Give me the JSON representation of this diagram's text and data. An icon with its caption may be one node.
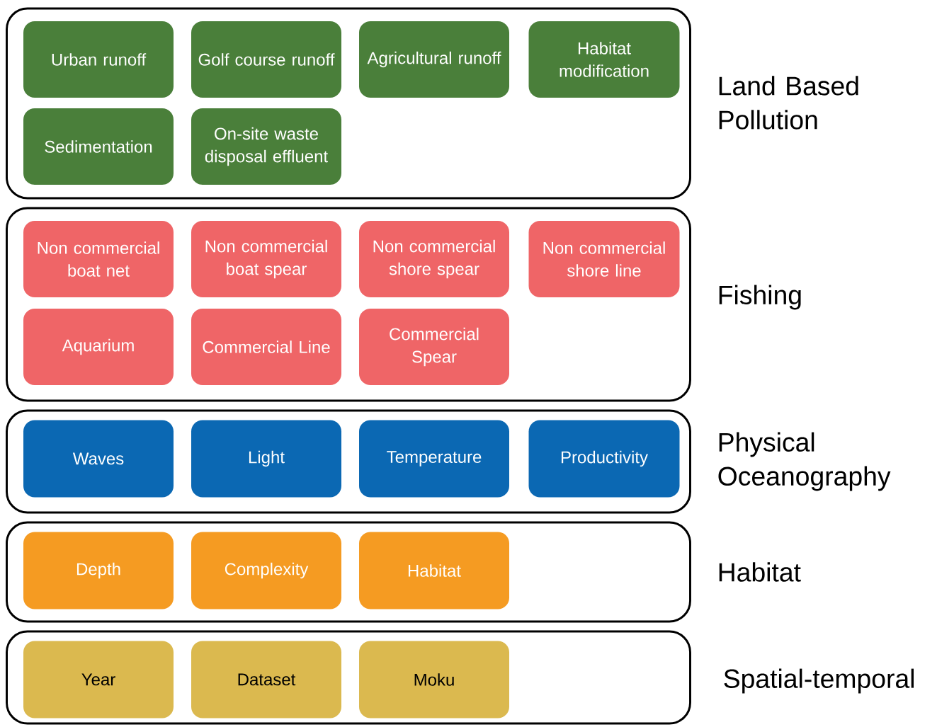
{
  "diagram": {
    "nodes": [
      {
        "text": [
          "Land Based Pollution"
        ]
      },
      {
        "text": [
          "Urban runoff"
        ],
        "in": 0
      },
      {
        "text": [
          "Golf course runoff"
        ],
        "in": 0
      },
      {
        "text": [
          "Agricultural runoff"
        ],
        "in": 0
      },
      {
        "text": [
          "Habitat modification"
        ],
        "in": 0
      },
      {
        "text": [
          "Sedimentation"
        ],
        "in": 0
      },
      {
        "text": [
          "On-site waste disposal effluent"
        ],
        "in": 0
      },
      {
        "text": [
          "Fishing"
        ]
      },
      {
        "text": [
          "Non commercial boat net"
        ],
        "in": 7
      },
      {
        "text": [
          "Non commercial boat spear"
        ],
        "in": 7
      },
      {
        "text": [
          "Non commercial shore spear"
        ],
        "in": 7
      },
      {
        "text": [
          "Non commercial shore line"
        ],
        "in": 7
      },
      {
        "text": [
          "Aquarium"
        ],
        "in": 7
      },
      {
        "text": [
          "Commercial Line"
        ],
        "in": 7
      },
      {
        "text": [
          "Commercial Spear"
        ],
        "in": 7
      },
      {
        "text": [
          "Physical Oceanography"
        ]
      },
      {
        "text": [
          "Waves"
        ],
        "in": 15
      },
      {
        "text": [
          "Light"
        ],
        "in": 15
      },
      {
        "text": [
          "Temperature"
        ],
        "in": 15
      },
      {
        "text": [
          "Productivity"
        ],
        "in": 15
      },
      {
        "text": [
          "Habitat"
        ]
      },
      {
        "text": [
          "Depth"
        ],
        "in": 20
      },
      {
        "text": [
          "Complexity"
        ],
        "in": 20
      },
      {
        "text": [
          "Habitat"
        ],
        "in": 20
      },
      {
        "text": [
          "Spatial-temporal"
        ]
      },
      {
        "text": [
          "Year"
        ],
        "in": 24
      },
      {
        "text": [
          "Dataset"
        ],
        "in": 24
      },
      {
        "text": [
          "Moku"
        ],
        "in": 24
      }
    ]
  }
}
